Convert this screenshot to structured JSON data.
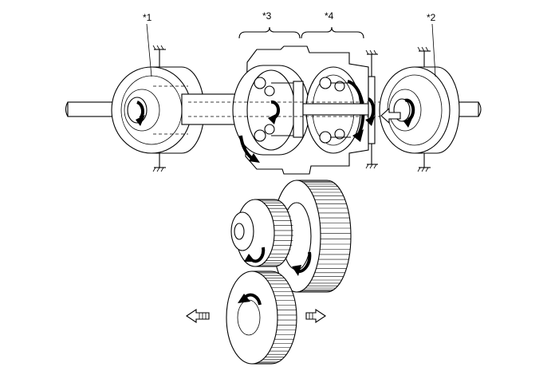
{
  "callouts": {
    "c1": "*1",
    "c2": "*2",
    "c3": "*3",
    "c4": "*4"
  }
}
